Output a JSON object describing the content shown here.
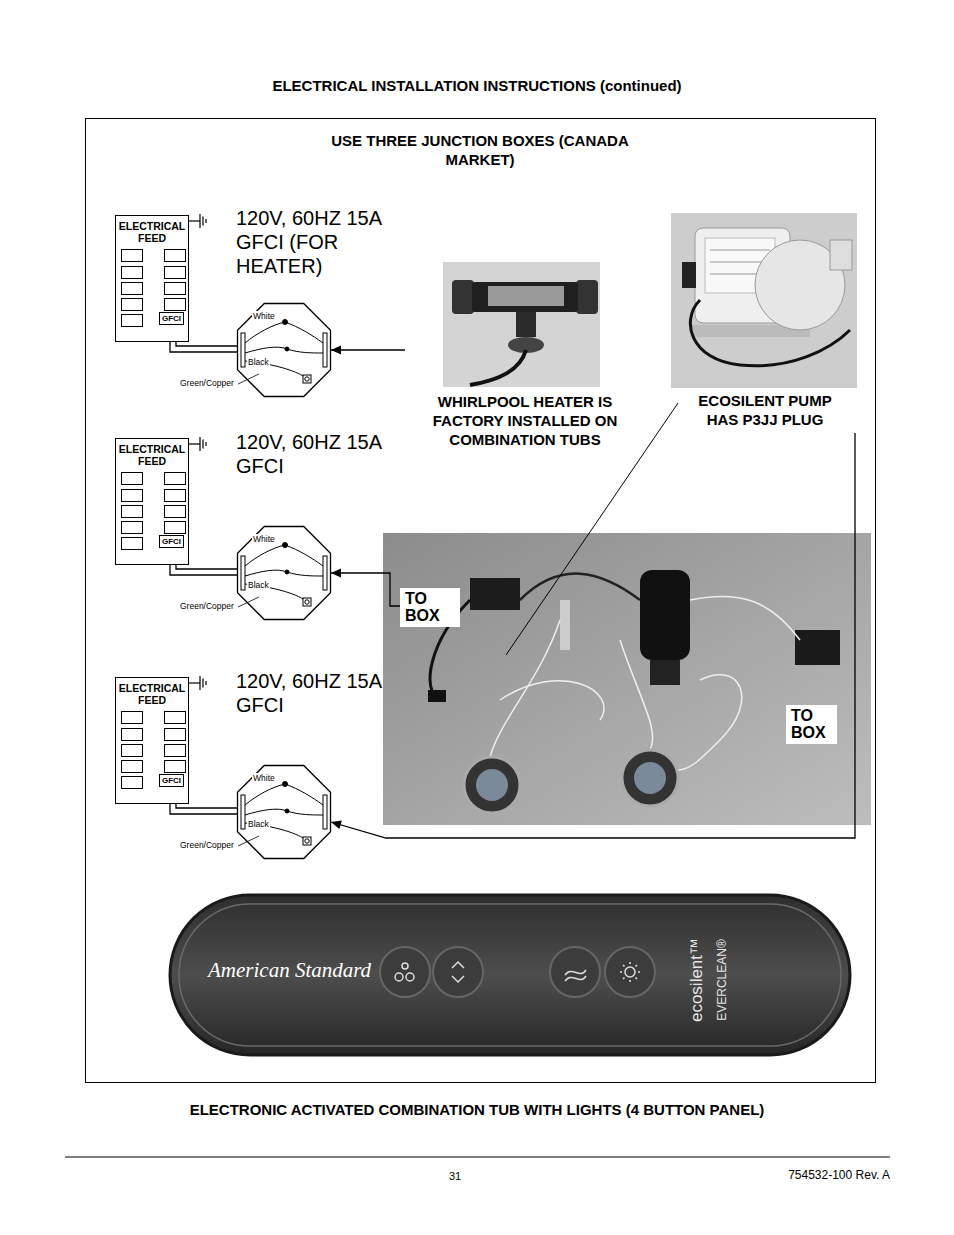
{
  "diagram": {
    "title": "ELECTRICAL INSTALLATION INSTRUCTIONS (continued)",
    "caption": "ELECTRONIC ACTIVATED COMBINATION TUB WITH LIGHTS (4 BUTTON PANEL)",
    "nodes": [
      {
        "text": [
          "ELECTRICAL FEED",
          "GFCI"
        ]
      },
      {
        "text": [
          "White",
          "Black"
        ]
      },
      {
        "text": [
          "WHIRLPOOL HEATER IS FACTORY INSTALLED ON COMBINATION TUBS"
        ]
      },
      {
        "text": [
          "ECOSILENT PUMP HAS P3JJ PLUG"
        ]
      },
      {
        "text": [
          "ELECTRICAL FEED",
          "GFCI"
        ]
      },
      {
        "text": [
          "White",
          "Black"
        ]
      },
      {
        "text": [
          "ELECTRICAL FEED",
          "GFCI"
        ]
      },
      {
        "text": [
          "White",
          "Black"
        ]
      },
      {
        "text": [
          "TO BOX"
        ]
      },
      {
        "text": [
          "TO BOX"
        ]
      },
      {
        "text": [
          "American Standard",
          "ecosilent™",
          "EVERCLEAN®"
        ]
      }
    ],
    "edges": [
      {
        "from": 0,
        "to": 1,
        "arrow": "none"
      },
      {
        "from": 2,
        "to": 1,
        "arrow": "to"
      },
      {
        "from": 4,
        "to": 5,
        "arrow": "none"
      },
      {
        "from": 8,
        "to": 5,
        "arrow": "to"
      },
      {
        "from": 6,
        "to": 7,
        "arrow": "none"
      },
      {
        "from": 3,
        "to": 7,
        "arrow": "to"
      }
    ],
    "labels": [
      "USE THREE JUNCTION BOXES (CANADA MARKET)",
      "120V, 60HZ 15A GFCI (FOR HEATER)",
      "Green/Copper",
      "120V, 60HZ 15A GFCI",
      "Green/Copper",
      "120V, 60HZ 15A GFCI",
      "Green/Copper",
      "31",
      "754532-100 Rev. A"
    ]
  }
}
